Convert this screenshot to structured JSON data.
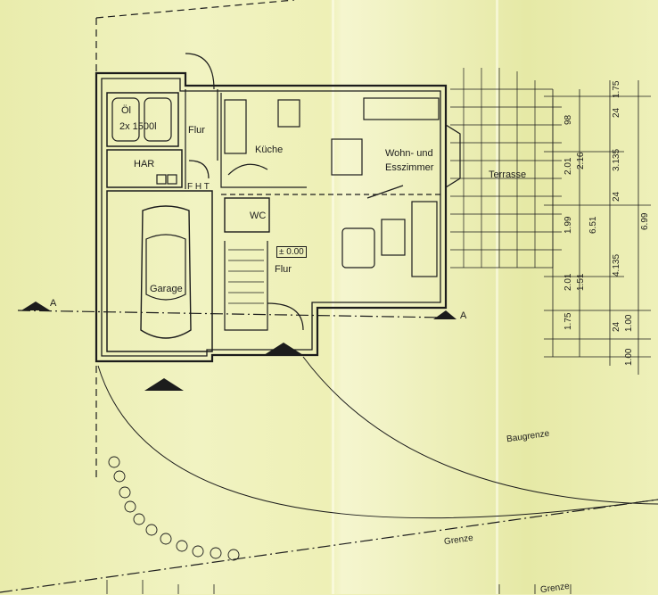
{
  "rooms": {
    "oil": "Öl",
    "oil_tanks": "2x 1500l",
    "utility": "HAR",
    "flur_upper": "Flur",
    "kitchen": "Küche",
    "living_1": "Wohn- und",
    "living_2": "Esszimmer",
    "wc": "WC",
    "level": "± 0.00",
    "flur_lower": "Flur",
    "garage": "Garage",
    "terrace": "Terrasse",
    "fht": "F H T"
  },
  "lines": {
    "building_limit": "Baugrenze",
    "boundary": "Grenze",
    "section_left": "A",
    "section_right": "A",
    "bottom_label": "Grenze"
  },
  "dimensions": {
    "col1": [
      "98",
      "2.01",
      "1.99",
      "2.01",
      "1.51",
      "1.75"
    ],
    "col2": [
      "2.16",
      "6.51"
    ],
    "col3": [
      "24",
      "1.75",
      "3.135",
      "24",
      "4.135",
      "24",
      "1.00",
      "1.00"
    ],
    "col4": [
      "6.99"
    ]
  },
  "colors": {
    "paper": "#eef0b8",
    "ink": "#1c1c1c"
  }
}
